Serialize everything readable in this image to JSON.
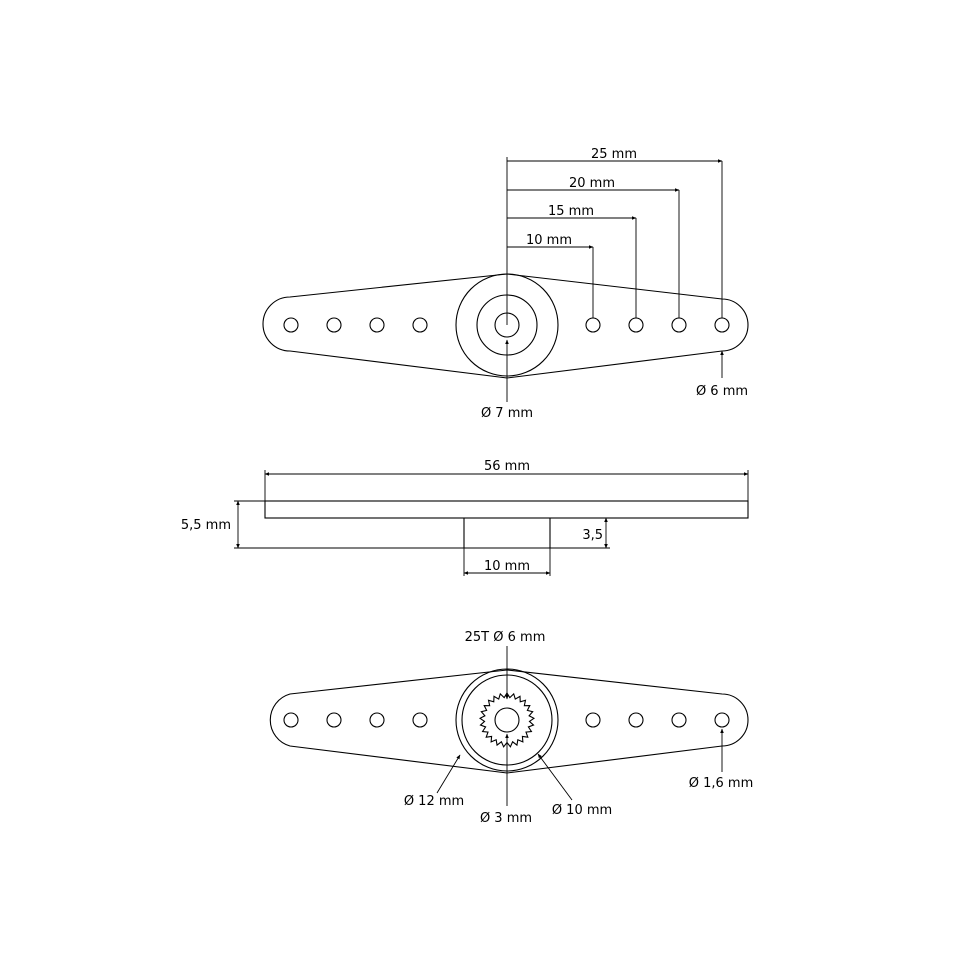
{
  "top_view": {
    "dimensions": [
      "10 mm",
      "15 mm",
      "20 mm",
      "25 mm"
    ],
    "hub_diameter": "Ø 7 mm",
    "hole_diameter": "Ø 6 mm"
  },
  "side_view": {
    "length": "56 mm",
    "height": "5,5 mm",
    "hub_height": "3,5",
    "hub_width": "10 mm"
  },
  "bottom_view": {
    "spline": "25T Ø 6 mm",
    "outer_diameter": "Ø 12 mm",
    "bore_diameter": "Ø 3 mm",
    "inner_diameter": "Ø 10 mm",
    "hole_diameter": "Ø 1,6 mm"
  }
}
